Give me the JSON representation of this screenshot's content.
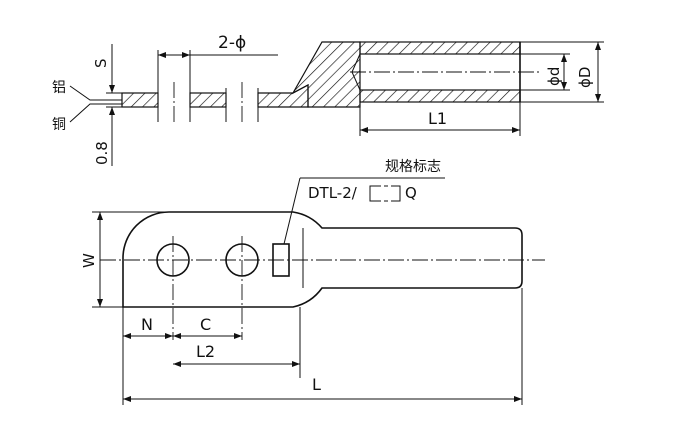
{
  "labels": {
    "holes": "2-ϕ",
    "s": "S",
    "aluminum": "铝",
    "copper": "铜",
    "thickness": "0.8",
    "inner_dia": "ϕd",
    "outer_dia": "ϕD",
    "l1": "L1",
    "mark_title": "规格标志",
    "mark_text": "DTL-2/",
    "mark_suffix": "Q",
    "w": "W",
    "n": "N",
    "c": "C",
    "l2": "L2",
    "l": "L"
  }
}
